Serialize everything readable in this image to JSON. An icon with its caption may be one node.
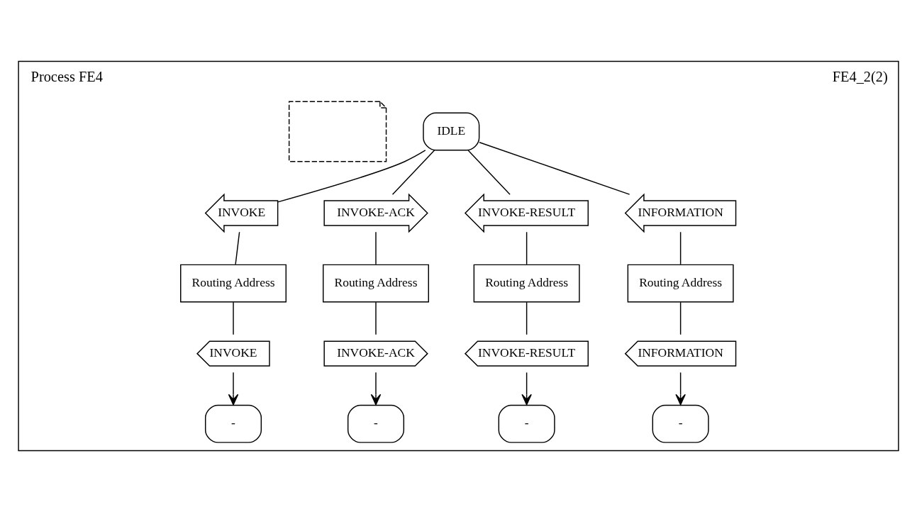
{
  "diagram": {
    "nodes": [
      {
        "text": [
          "Process FE4",
          "FE4_2(2)"
        ]
      },
      {
        "text": [],
        "shape": "note",
        "in": 0
      },
      {
        "text": [
          "IDLE"
        ],
        "in": 0
      },
      {
        "text": [
          "INVOKE"
        ],
        "in": 0
      },
      {
        "text": [
          "INVOKE-ACK"
        ],
        "in": 0
      },
      {
        "text": [
          "INVOKE-RESULT"
        ],
        "in": 0
      },
      {
        "text": [
          "INFORMATION"
        ],
        "in": 0
      },
      {
        "text": [
          "Routing Address"
        ],
        "in": 0
      },
      {
        "text": [
          "Routing Address"
        ],
        "in": 0
      },
      {
        "text": [
          "Routing Address"
        ],
        "in": 0
      },
      {
        "text": [
          "Routing Address"
        ],
        "in": 0
      },
      {
        "text": [
          "INVOKE"
        ],
        "in": 0
      },
      {
        "text": [
          "INVOKE-ACK"
        ],
        "in": 0
      },
      {
        "text": [
          "INVOKE-RESULT"
        ],
        "in": 0
      },
      {
        "text": [
          "INFORMATION"
        ],
        "in": 0
      },
      {
        "text": [
          "-"
        ],
        "in": 0
      },
      {
        "text": [
          "-"
        ],
        "in": 0
      },
      {
        "text": [
          "-"
        ],
        "in": 0
      },
      {
        "text": [
          "-"
        ],
        "in": 0
      }
    ],
    "edges": [
      {
        "from": 2,
        "to": 3,
        "arrow": "none"
      },
      {
        "from": 2,
        "to": 4,
        "arrow": "none"
      },
      {
        "from": 2,
        "to": 5,
        "arrow": "none"
      },
      {
        "from": 2,
        "to": 6,
        "arrow": "none"
      },
      {
        "from": 3,
        "to": 7,
        "arrow": "none"
      },
      {
        "from": 4,
        "to": 8,
        "arrow": "none"
      },
      {
        "from": 5,
        "to": 9,
        "arrow": "none"
      },
      {
        "from": 6,
        "to": 10,
        "arrow": "none"
      },
      {
        "from": 7,
        "to": 11,
        "arrow": "none"
      },
      {
        "from": 8,
        "to": 12,
        "arrow": "none"
      },
      {
        "from": 9,
        "to": 13,
        "arrow": "none"
      },
      {
        "from": 10,
        "to": 14,
        "arrow": "none"
      },
      {
        "from": 11,
        "to": 15,
        "arrow": "to"
      },
      {
        "from": 12,
        "to": 16,
        "arrow": "to"
      },
      {
        "from": 13,
        "to": 17,
        "arrow": "to"
      },
      {
        "from": 14,
        "to": 18,
        "arrow": "to"
      }
    ]
  }
}
